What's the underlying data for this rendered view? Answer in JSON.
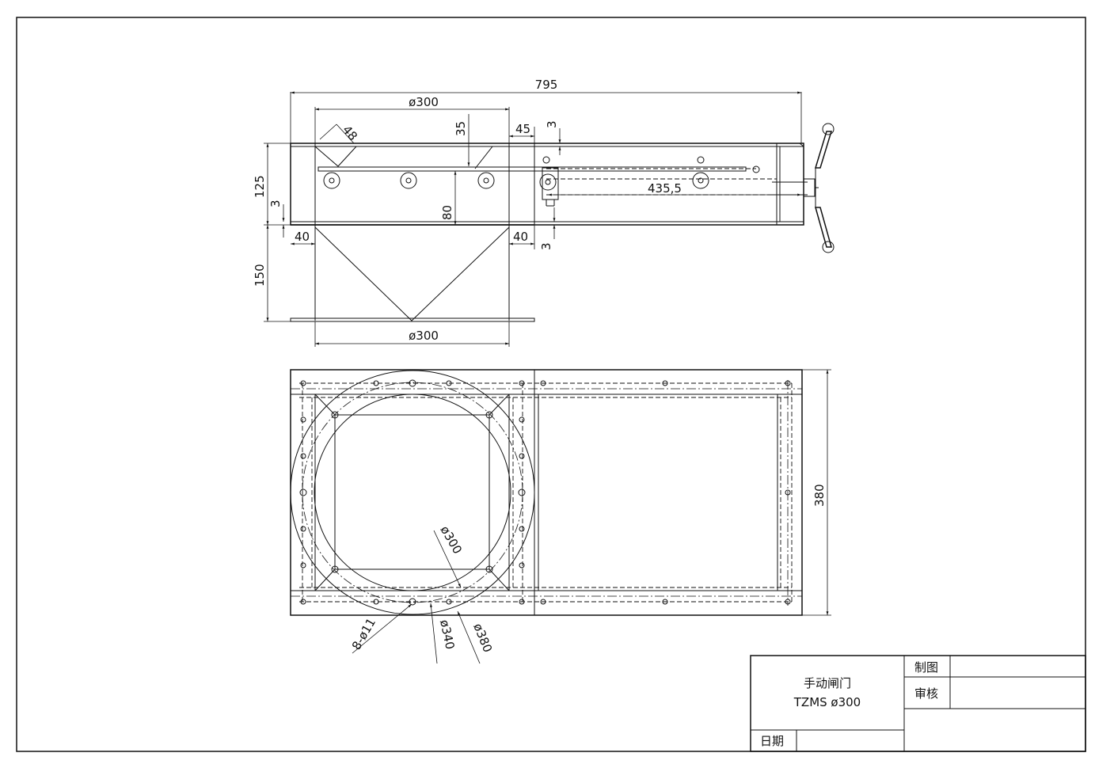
{
  "title_block": {
    "name": "手动闸门",
    "model": "TZMS  ø300",
    "drawn_by_label": "制图",
    "checked_by_label": "审核",
    "date_label": "日期"
  },
  "dimensions": {
    "overall_length": "795",
    "top_diameter": "ø300",
    "bottom_diameter": "ø300",
    "chamfer": "48",
    "d35": "35",
    "d45": "45",
    "d3_top": "3",
    "d125": "125",
    "d3_left": "3",
    "d80": "80",
    "d435": "435,5",
    "d40_left": "40",
    "d40_right": "40",
    "d3_right": "3",
    "d150": "150",
    "d380_side": "380",
    "plan_d300": "ø300",
    "plan_holes": "8-ø11",
    "plan_d340": "ø340",
    "plan_d380": "ø380"
  }
}
